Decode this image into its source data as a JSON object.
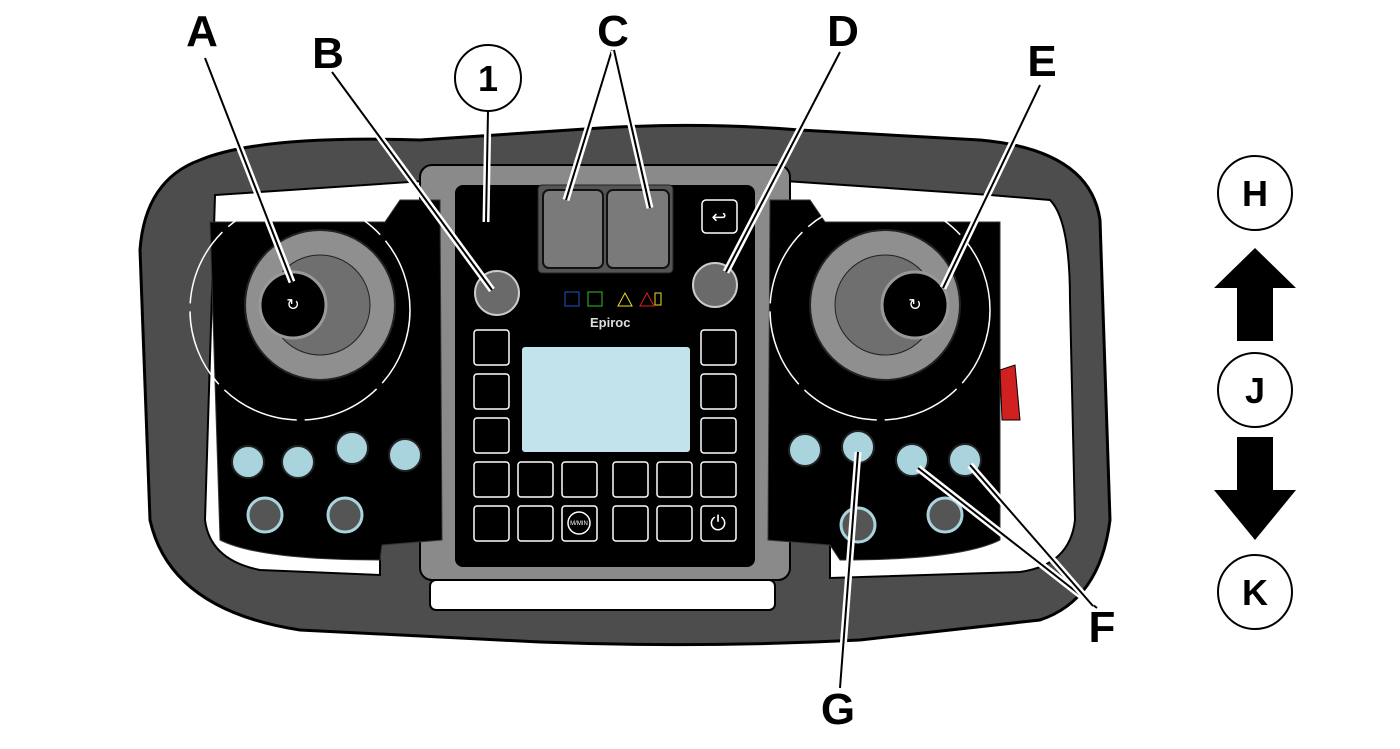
{
  "title": "Remote control panel overview",
  "brand": "Epiroc",
  "callouts": {
    "A": "A",
    "B": "B",
    "C": "C",
    "D": "D",
    "E": "E",
    "F": "F",
    "G": "G",
    "H": "H",
    "J": "J",
    "K": "K",
    "one": "1"
  },
  "button_text": {
    "speed": "M/MIN"
  },
  "colors": {
    "screen": "#c2e3ec",
    "frame": "#4d4d4d",
    "panel": "#000000",
    "status_blue": "#2255cc",
    "status_green": "#33bb33",
    "status_yellow": "#f0e020",
    "status_red": "#e02020"
  }
}
